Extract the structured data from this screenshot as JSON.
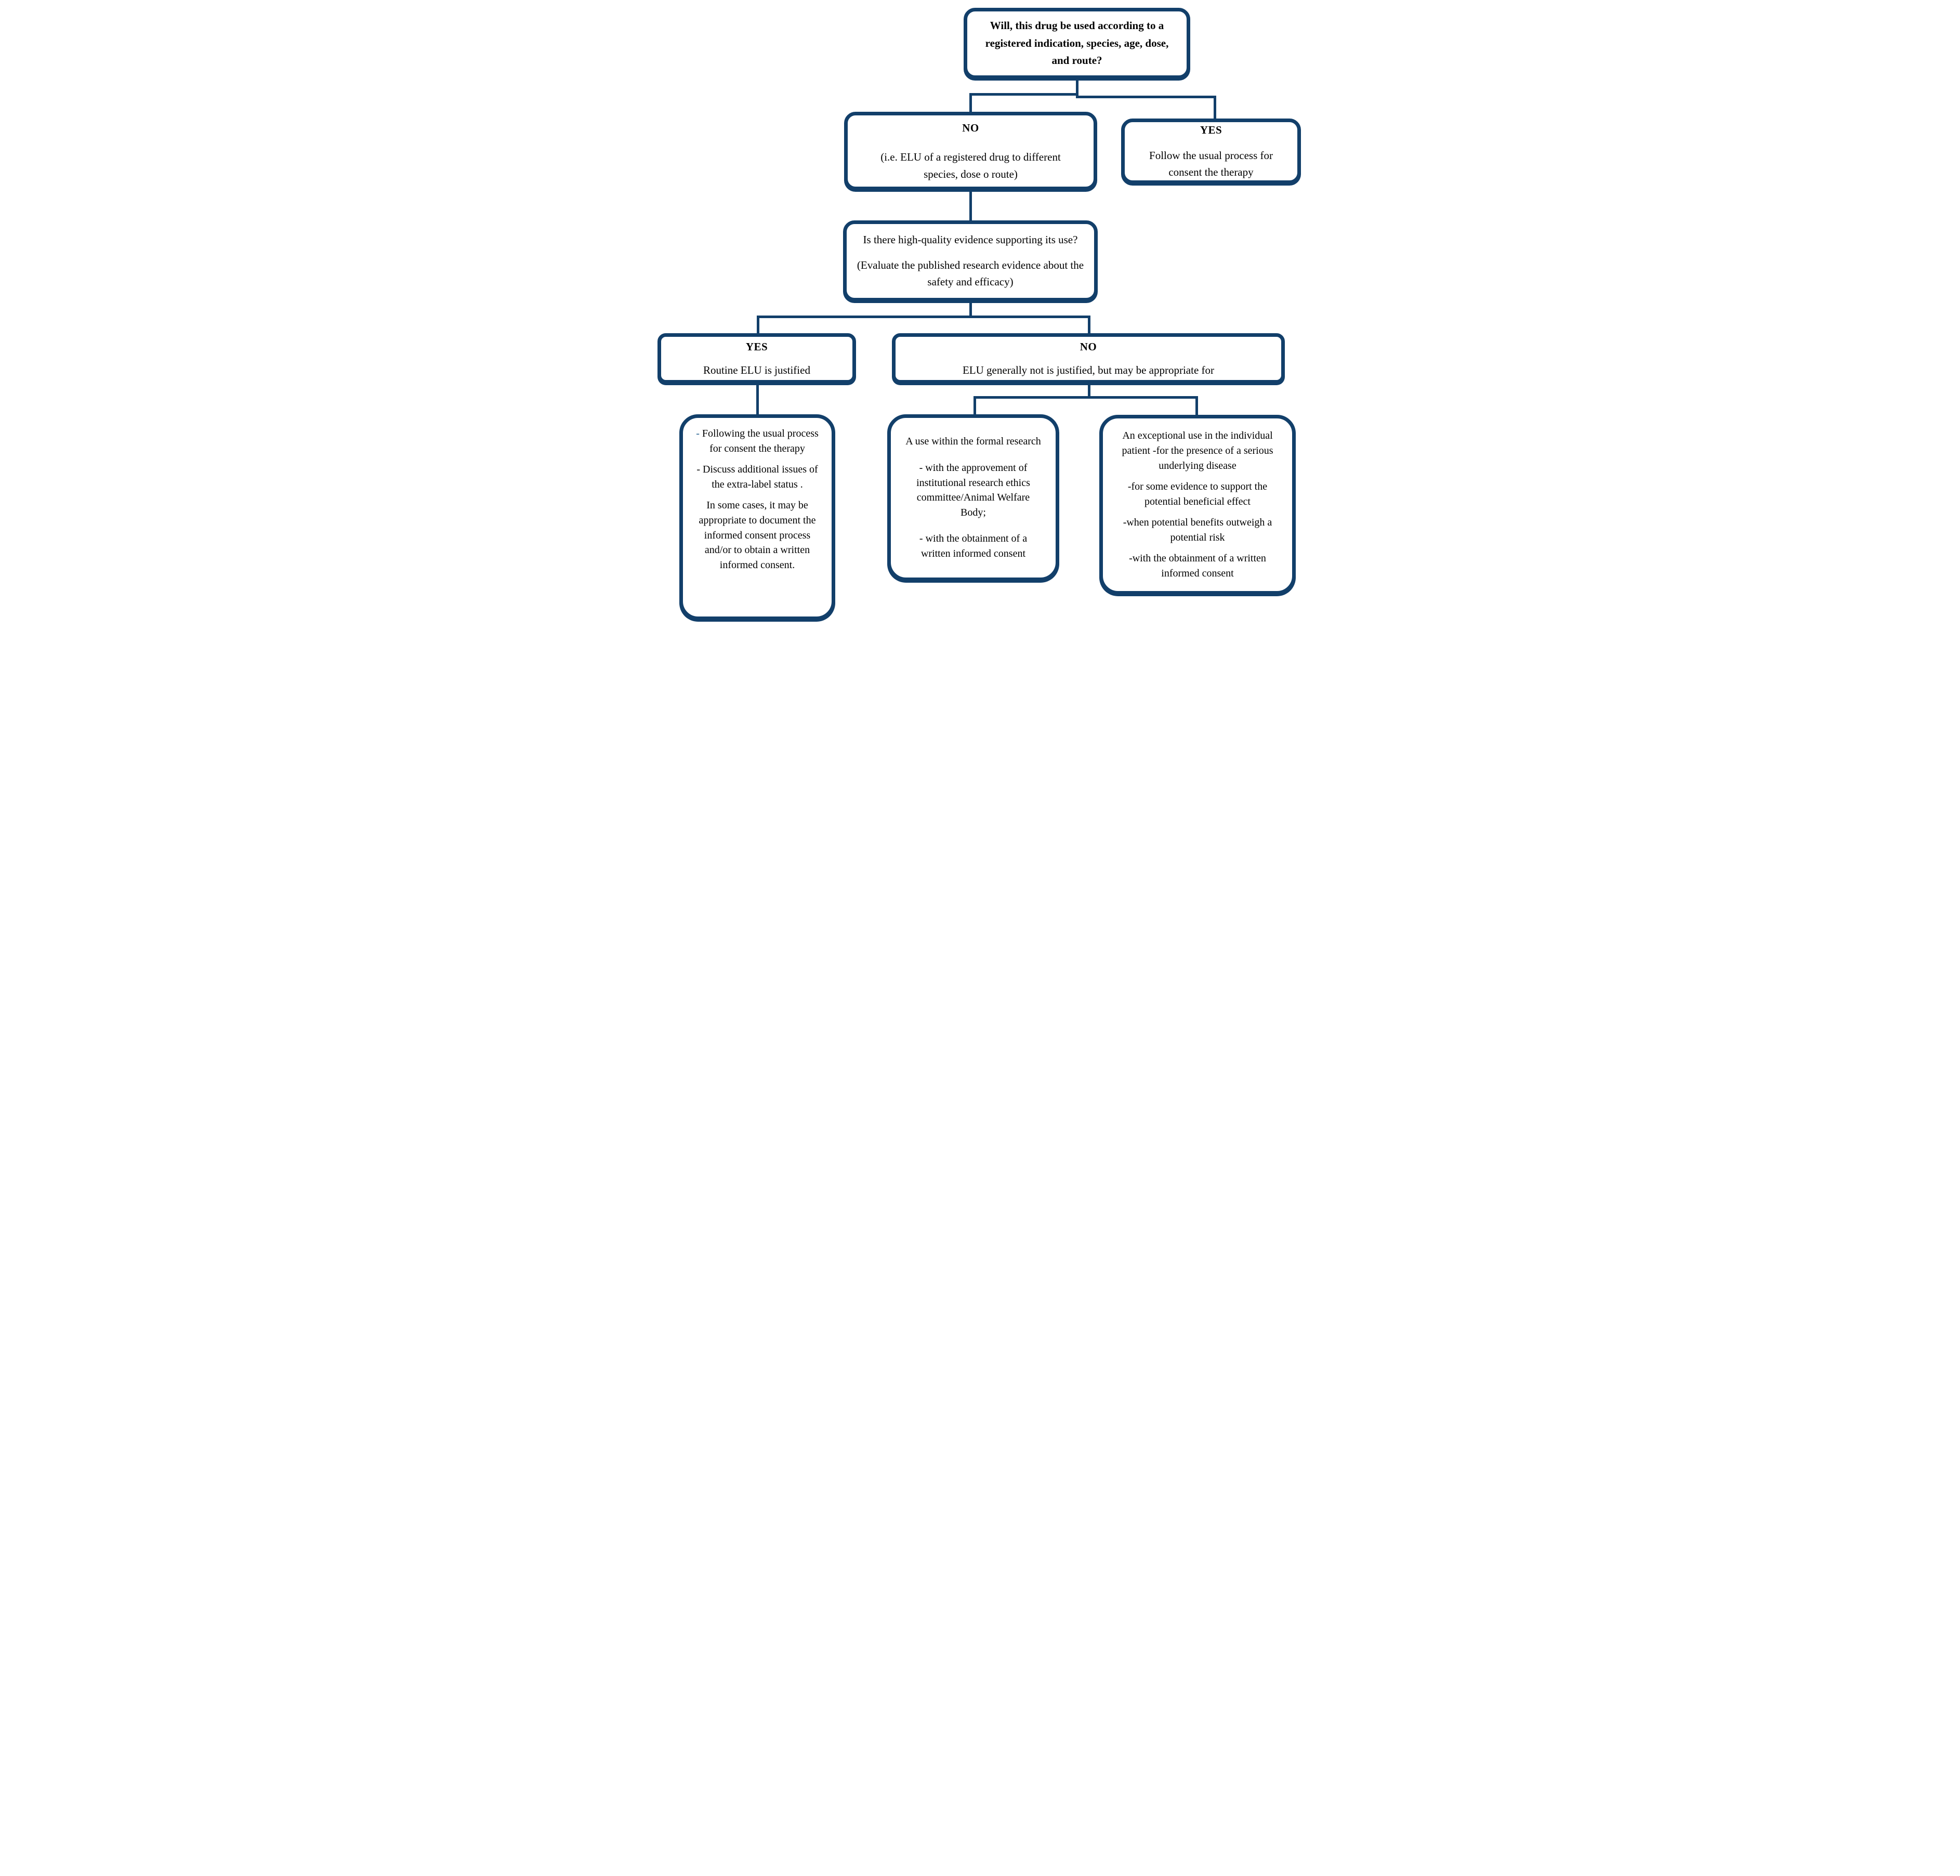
{
  "colors": {
    "navy": "#123F6A",
    "dash_blue": "#1F5C8D",
    "text": "#000000",
    "background": "#FFFFFF"
  },
  "nodes": {
    "question1": {
      "text": "Will, this drug be used according to a registered indication, species, age, dose, and route?"
    },
    "branch_no1": {
      "label": "NO",
      "text": "(i.e. ELU of  a registered drug to different species, dose o route)"
    },
    "branch_yes1": {
      "label": "YES",
      "text": "Follow the usual process for consent the therapy"
    },
    "question2": {
      "text": "Is there high-quality evidence supporting its use?",
      "subtext": "(Evaluate the published research evidence about the safety and efficacy)"
    },
    "branch_yes2": {
      "label": "YES",
      "text": "Routine ELU is justified"
    },
    "branch_no2": {
      "label": "NO",
      "text": "ELU generally not is justified, but may be appropriate for"
    },
    "outcome_routine": {
      "dash": "-",
      "p1_rest": "Following the usual process for consent the therapy",
      "p2": "- Discuss additional issues of the extra-label status .",
      "p3": "In some cases, it may be appropriate to document the informed consent process and/or to obtain  a written informed consent."
    },
    "outcome_research": {
      "p1": "A use within the formal research",
      "p2": "- with the approvement of  institutional research ethics committee/Animal Welfare Body;",
      "p3": "- with the obtainment of a written informed consent"
    },
    "outcome_exceptional": {
      "p1": "An exceptional use in the individual patient -for the presence of a serious underlying disease",
      "p2": "-for some evidence to support the potential beneficial effect",
      "p3": "-when potential benefits outweigh a potential risk",
      "p4": "-with the obtainment of a written informed consent"
    }
  }
}
